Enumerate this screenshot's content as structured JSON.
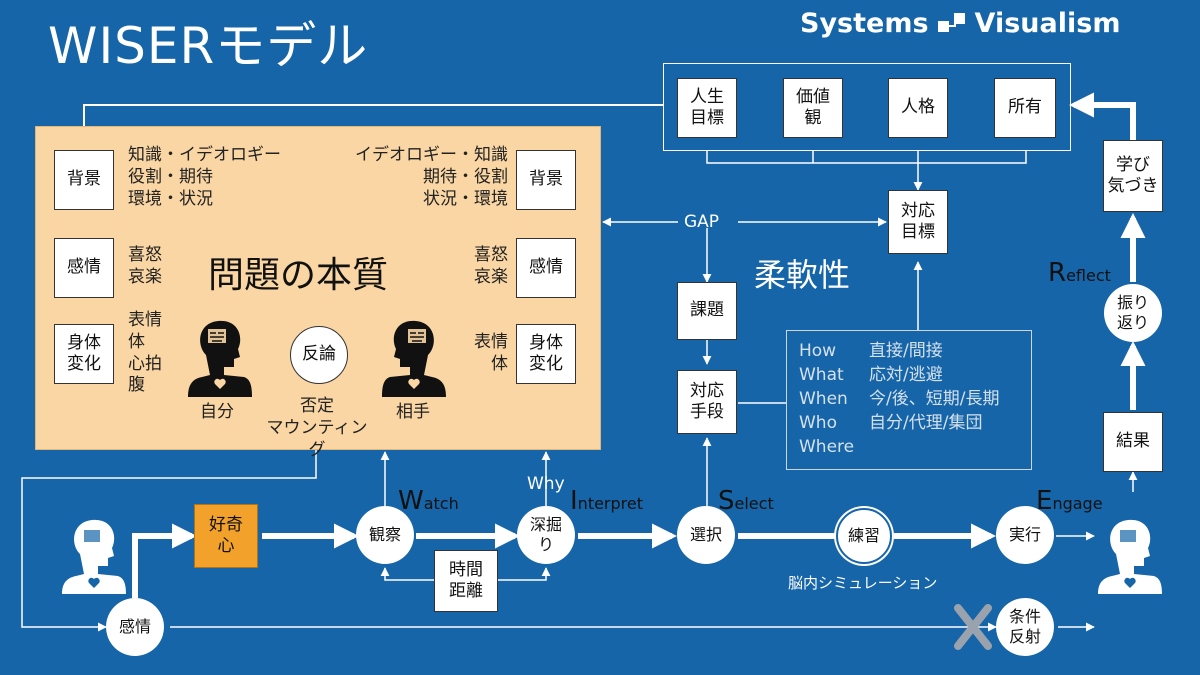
{
  "title": "WISERモデル",
  "logo": {
    "left": "Systems",
    "right": "Visualism",
    "icon": "systems-visualism-logo"
  },
  "colors": {
    "background": "#1565a8",
    "panel": "#f9d6a3",
    "highlight": "#f2a22b",
    "x_mark": "#9aa3ad"
  },
  "panel": {
    "heading": "問題の本質",
    "left": {
      "background_label": "背景",
      "background_text": "知識・イデオロギー\n役割・期待\n環境・状況",
      "emotion_label": "感情",
      "emotion_text": "喜怒\n哀楽",
      "body_label": "身体\n変化",
      "body_text": "表情\n体\n心拍\n腹"
    },
    "right": {
      "background_label": "背景",
      "background_text": "イデオロギー・知識\n期待・役割\n状況・環境",
      "emotion_label": "感情",
      "emotion_text": "喜怒\n哀楽",
      "body_label": "身体\n変化",
      "body_text": "表情\n体"
    },
    "self_label": "自分",
    "other_label": "相手",
    "rebuttal": "反論",
    "negation": "否定\nマウンティング"
  },
  "values": {
    "life_goal": "人生\n目標",
    "value": "価値\n観",
    "personality": "人格",
    "ownership": "所有"
  },
  "response_goal": "対応\n目標",
  "gap": "GAP",
  "flexibility": "柔軟性",
  "issue": "課題",
  "means": "対応\n手段",
  "info_rows": [
    {
      "key": "How",
      "value": "直接/間接"
    },
    {
      "key": "What",
      "value": "応対/逃避"
    },
    {
      "key": "When",
      "value": "今/後、短期/長期"
    },
    {
      "key": "Who",
      "value": "自分/代理/集団"
    },
    {
      "key": "Where",
      "value": ""
    }
  ],
  "flow": {
    "emotion": "感情",
    "curiosity": "好奇\n心",
    "observe": "観察",
    "dig": "深掘\nり",
    "why": "Why",
    "time_distance": "時間\n距離",
    "select": "選択",
    "practice": "練習",
    "simulation": "脳内シミュレーション",
    "execute": "実行",
    "conditional": "条件\n反射",
    "result": "結果",
    "reflect_circle": "振り\n返り",
    "learning": "学び\n気づき"
  },
  "stage_letters": {
    "w": "W",
    "w_rest": "atch",
    "i": "I",
    "i_rest": "nterpret",
    "s": "S",
    "s_rest": "elect",
    "e": "E",
    "e_rest": "ngage",
    "r": "R",
    "r_rest": "eflect"
  }
}
